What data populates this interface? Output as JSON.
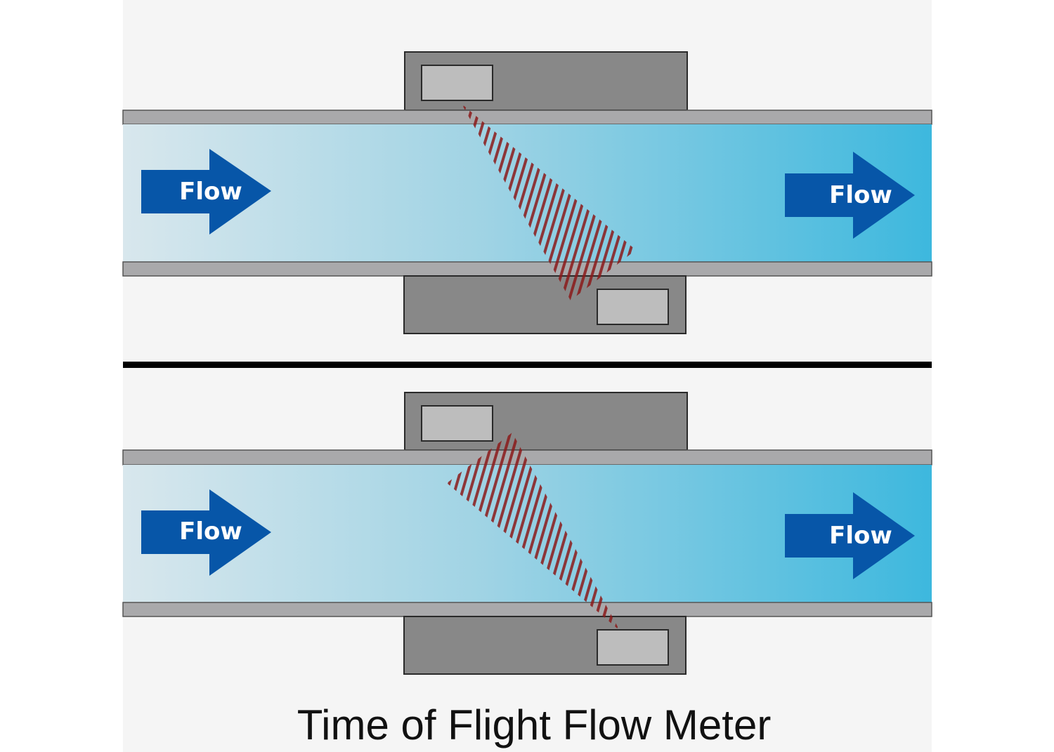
{
  "diagram": {
    "title": "Time of Flight Flow Meter",
    "flow_label": "Flow",
    "colors": {
      "background": "#f5f5f5",
      "pipe_wall": "#a9a9ab",
      "fluid_start": "#d6e6ec",
      "fluid_end": "#3fb9de",
      "arrow": "#0756a8",
      "transducer_housing": "#888888",
      "transducer_element": "#bdbdbd",
      "beam": "#8b1a1a",
      "divider": "#000000"
    },
    "panels": [
      {
        "beam_direction": "upper-to-lower transducer",
        "arrow_left": "Flow",
        "arrow_right": "Flow"
      },
      {
        "beam_direction": "lower-to-upper transducer",
        "arrow_left": "Flow",
        "arrow_right": "Flow"
      }
    ]
  }
}
